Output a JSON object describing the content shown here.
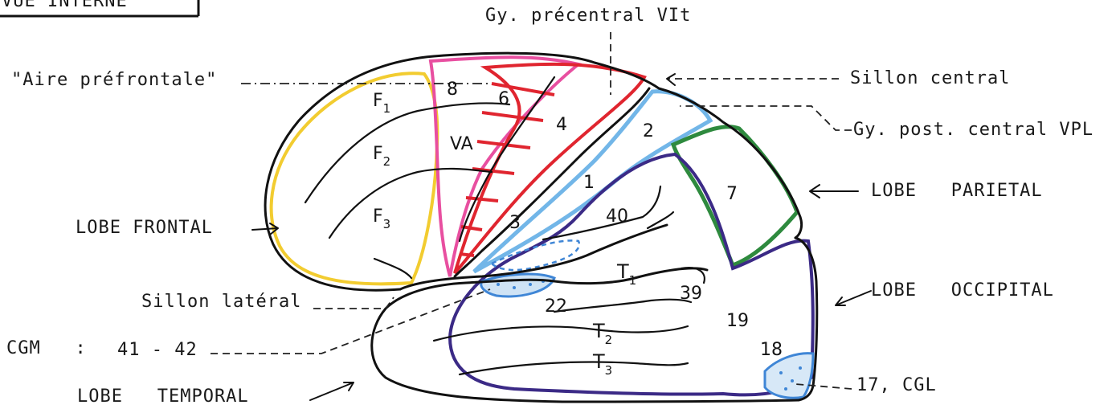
{
  "header": {
    "title": "VUE INTERNE"
  },
  "labels": {
    "gyrus_precentral": "Gy. précentral VIt",
    "aire_prefrontale": "\"Aire préfrontale\"",
    "sillon_central": "Sillon central",
    "gyrus_postcentral": "Gy. post. central VPL",
    "lobe_parietal": "LOBE   PARIETAL",
    "lobe_frontal": "LOBE FRONTAL",
    "sillon_lateral": "Sillon latéral",
    "lobe_occipital": "LOBE   OCCIPITAL",
    "cgm_prefix": "CGM   :",
    "cgm_areas": "41 - 42",
    "lobe_temporal": "LOBE   TEMPORAL",
    "area_17": "17, CGL"
  },
  "areas": {
    "f1": "F",
    "f1_sub": "1",
    "f2": "F",
    "f2_sub": "2",
    "f3": "F",
    "f3_sub": "3",
    "a8": "8",
    "a6": "6",
    "a4": "4",
    "va": "VA",
    "a3": "3",
    "a1": "1",
    "a2": "2",
    "a7": "7",
    "a40": "40",
    "a39": "39",
    "a22": "22",
    "t1": "T",
    "t1_sub": "1",
    "t2": "T",
    "t2_sub": "2",
    "t3": "T",
    "t3_sub": "3",
    "a19": "19",
    "a18": "18"
  },
  "colors": {
    "outline": "#111111",
    "prefrontal": "#f2cc30",
    "area8": "#e84fa0",
    "motor": "#e0252f",
    "sensory": "#72b6e8",
    "parietal": "#2e8a3e",
    "occipital_temporal": "#3b2a86",
    "auditory": "#3f86d6"
  }
}
